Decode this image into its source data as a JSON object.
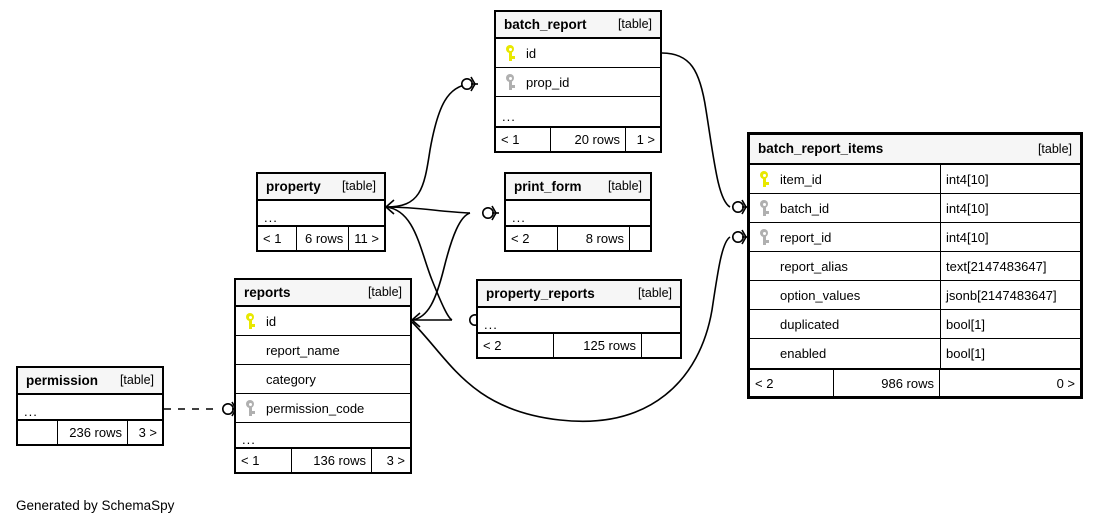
{
  "diagram": {
    "title": "batch_report_items",
    "caption": "Generated by SchemaSpy",
    "table_tag": "[table]",
    "ellipsis": "...",
    "colors": {
      "primary_key": "#e8e800",
      "foreign_key": "#b0b0b0",
      "header_bg": "#f6f6f6",
      "border": "#000000",
      "background": "#ffffff"
    }
  },
  "tables": [
    {
      "id": "batch_report",
      "name": "batch_report",
      "tag": "[table]",
      "columns": [
        {
          "name": "id",
          "key": "pk",
          "type": ""
        },
        {
          "name": "prop_id",
          "key": "fk",
          "type": ""
        },
        {
          "name": "...",
          "key": "none",
          "type": "",
          "is_ellipsis": true
        }
      ],
      "footer": {
        "left": "< 1",
        "middle": "20 rows",
        "right": "1 >"
      }
    },
    {
      "id": "batch_report_items",
      "name": "batch_report_items",
      "tag": "[table]",
      "columns": [
        {
          "name": "item_id",
          "key": "pk",
          "type": "int4[10]"
        },
        {
          "name": "batch_id",
          "key": "fk",
          "type": "int4[10]"
        },
        {
          "name": "report_id",
          "key": "fk",
          "type": "int4[10]"
        },
        {
          "name": "report_alias",
          "key": "none",
          "type": "text[2147483647]"
        },
        {
          "name": "option_values",
          "key": "none",
          "type": "jsonb[2147483647]"
        },
        {
          "name": "duplicated",
          "key": "none",
          "type": "bool[1]"
        },
        {
          "name": "enabled",
          "key": "none",
          "type": "bool[1]"
        }
      ],
      "footer": {
        "left": "< 2",
        "middle": "986 rows",
        "right": "0 >"
      }
    },
    {
      "id": "property",
      "name": "property",
      "tag": "[table]",
      "columns": [
        {
          "name": "...",
          "key": "none",
          "type": "",
          "is_ellipsis": true
        }
      ],
      "footer": {
        "left": "< 1",
        "middle": "6 rows",
        "right": "11 >"
      }
    },
    {
      "id": "print_form",
      "name": "print_form",
      "tag": "[table]",
      "columns": [
        {
          "name": "...",
          "key": "none",
          "type": "",
          "is_ellipsis": true
        }
      ],
      "footer": {
        "left": "< 2",
        "middle": "8 rows",
        "right": ""
      }
    },
    {
      "id": "reports",
      "name": "reports",
      "tag": "[table]",
      "columns": [
        {
          "name": "id",
          "key": "pk",
          "type": ""
        },
        {
          "name": "report_name",
          "key": "none",
          "type": ""
        },
        {
          "name": "category",
          "key": "none",
          "type": ""
        },
        {
          "name": "permission_code",
          "key": "fk",
          "type": ""
        },
        {
          "name": "...",
          "key": "none",
          "type": "",
          "is_ellipsis": true
        }
      ],
      "footer": {
        "left": "< 1",
        "middle": "136 rows",
        "right": "3 >"
      }
    },
    {
      "id": "property_reports",
      "name": "property_reports",
      "tag": "[table]",
      "columns": [
        {
          "name": "...",
          "key": "none",
          "type": "",
          "is_ellipsis": true
        }
      ],
      "footer": {
        "left": "< 2",
        "middle": "125 rows",
        "right": ""
      }
    },
    {
      "id": "permission",
      "name": "permission",
      "tag": "[table]",
      "columns": [
        {
          "name": "...",
          "key": "none",
          "type": "",
          "is_ellipsis": true
        }
      ],
      "footer": {
        "left": "",
        "middle": "236 rows",
        "right": "3 >"
      }
    }
  ],
  "relationships": [
    {
      "from": "property",
      "to": "batch_report.prop_id",
      "style": "solid"
    },
    {
      "from": "property",
      "to": "print_form",
      "style": "solid"
    },
    {
      "from": "property",
      "to": "property_reports",
      "style": "solid"
    },
    {
      "from": "reports",
      "to": "print_form",
      "style": "solid"
    },
    {
      "from": "reports",
      "to": "property_reports",
      "style": "solid"
    },
    {
      "from": "batch_report.id",
      "to": "batch_report_items.batch_id",
      "style": "solid"
    },
    {
      "from": "reports.id",
      "to": "batch_report_items.report_id",
      "style": "solid"
    },
    {
      "from": "permission",
      "to": "reports.permission_code",
      "style": "dashed"
    }
  ]
}
